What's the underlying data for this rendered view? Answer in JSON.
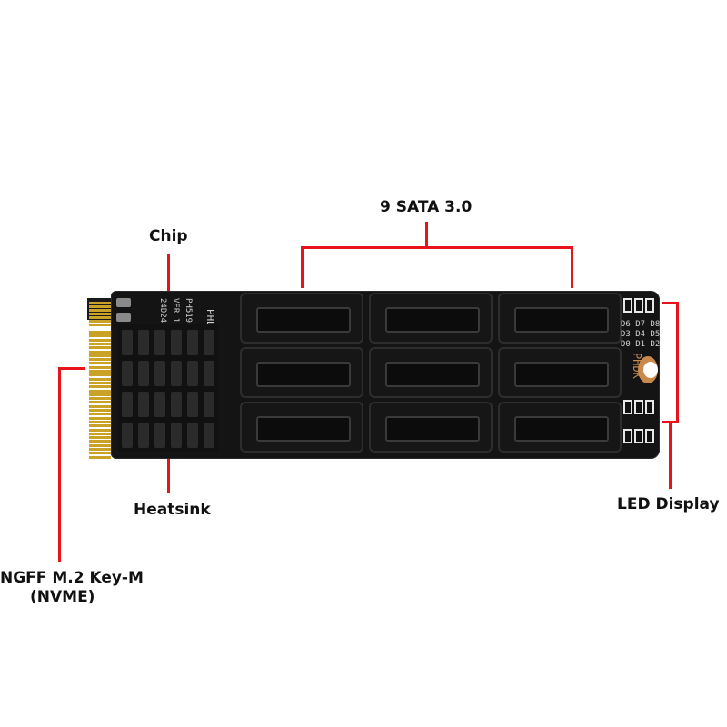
{
  "labels": {
    "sata": "9 SATA 3.0",
    "chip": "Chip",
    "heatsink": "Heatsink",
    "m2_line1": "NGFF M.2 Key-M",
    "m2_line2": "(NVME)",
    "led": "LED Display"
  },
  "board_silk": {
    "brand": "PHDK",
    "model": "PH519",
    "version": "VER 1.",
    "date": "24D24",
    "led_row1": "D6 D7 D8",
    "led_row2": "D3 D4 D5",
    "led_row3": "D0 D1 D2"
  },
  "colors": {
    "callout_line": "#e8141c",
    "pcb": "#141414",
    "gold_fingers": "#c9a227"
  }
}
